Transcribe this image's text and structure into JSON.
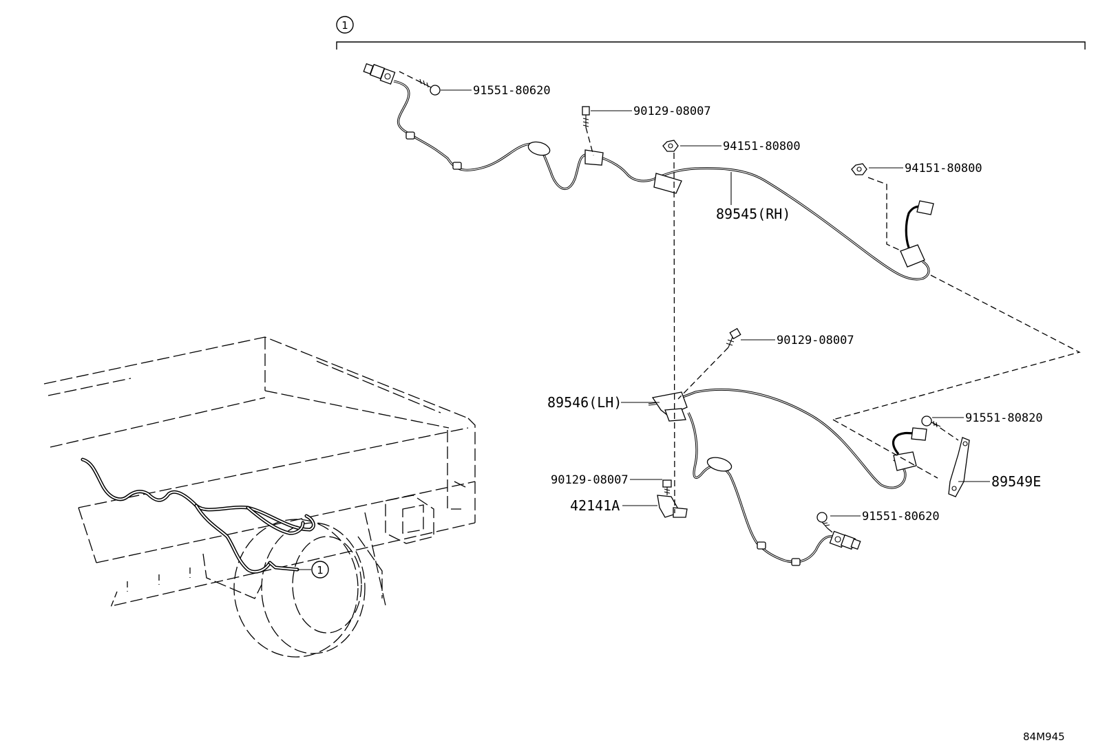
{
  "diagram": {
    "group_marker": "1",
    "callouts": {
      "sensor_rh_bolt": "91551-80620",
      "clamp_bolt_top": "90129-08007",
      "nut_center": "94151-80800",
      "nut_right": "94151-80800",
      "sensor_rh": "89545(RH)",
      "clamp_bolt_mid": "90129-08007",
      "sensor_lh": "89546(LH)",
      "bolt_89549": "91551-80820",
      "bracket": "89549E",
      "clamp_bolt_low": "90129-08007",
      "clamp": "42141A",
      "sensor_lh_bolt": "91551-80620"
    },
    "vehicle_marker": "1",
    "figure_code": "84M945"
  }
}
